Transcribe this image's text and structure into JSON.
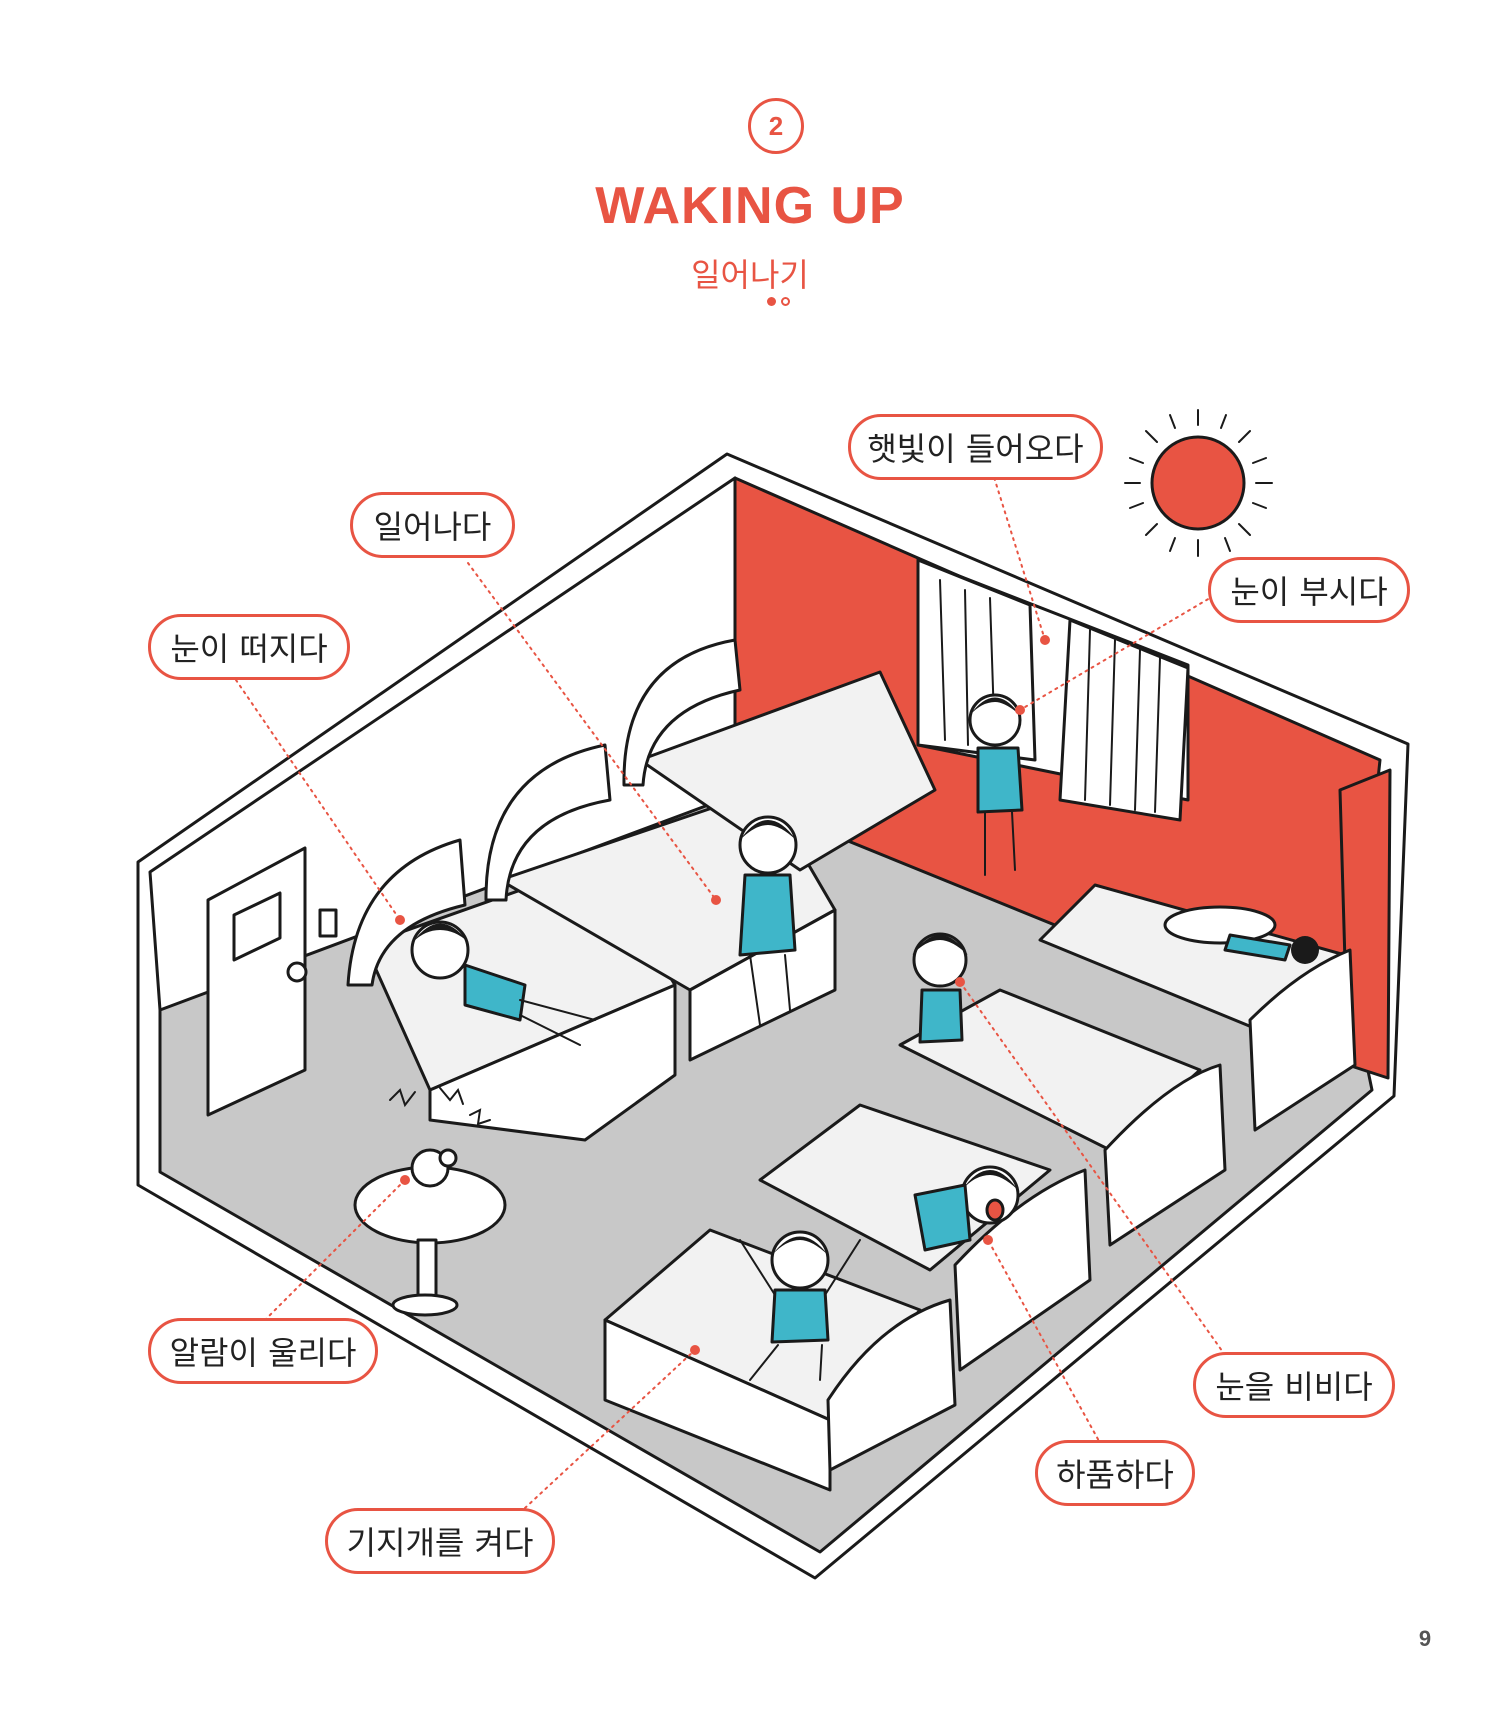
{
  "header": {
    "section_number": "2",
    "title": "WAKING UP",
    "subtitle": "일어나기"
  },
  "labels": {
    "sunlight": "햇빛이 들어오다",
    "get_up": "일어나다",
    "open_eyes": "눈이 떠지다",
    "dazzling": "눈이 부시다",
    "alarm": "알람이 울리다",
    "stretch": "기지개를 켜다",
    "yawn": "하품하다",
    "rub_eyes": "눈을 비비다"
  },
  "colors": {
    "accent": "#e85443",
    "wall": "#e85443",
    "floor": "#c8c8c8",
    "shirt": "#3fb6c9",
    "outline": "#1a1a1a"
  },
  "icons": [
    "sun-icon",
    "alarm-clock-icon"
  ],
  "page": {
    "number": "9"
  }
}
